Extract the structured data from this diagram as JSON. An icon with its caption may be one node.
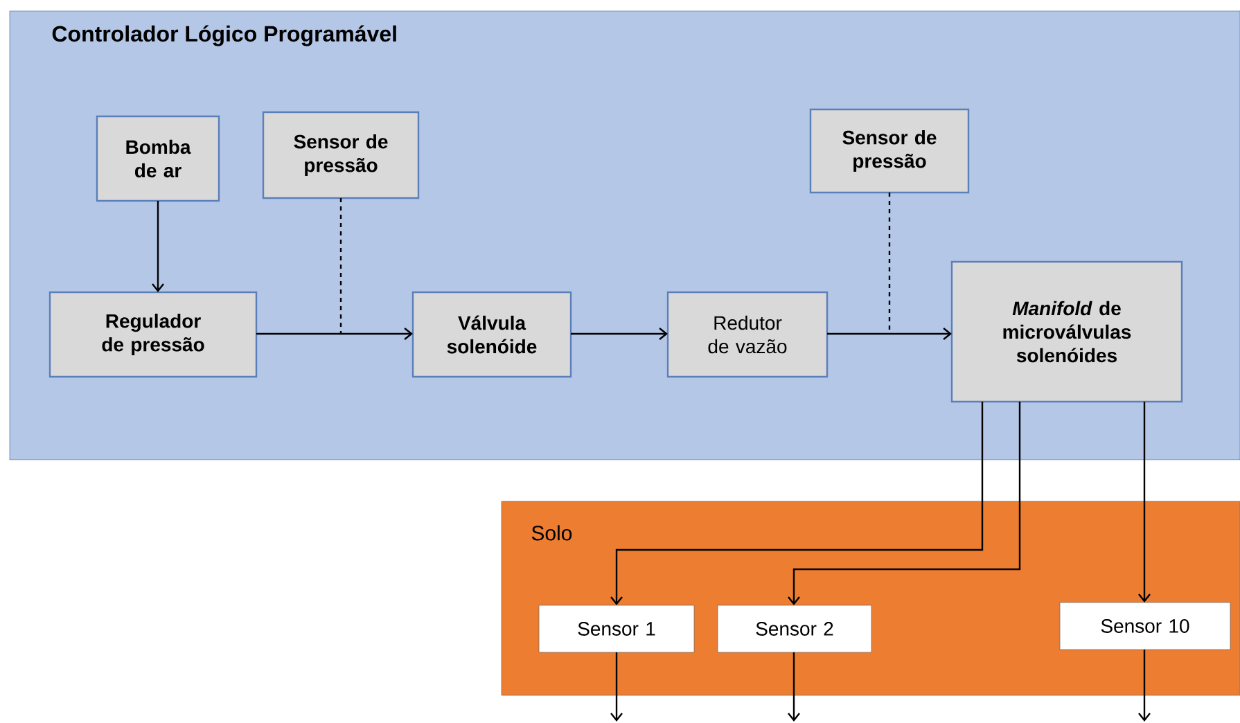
{
  "diagram": {
    "nodes": [
      {
        "text": [
          "Controlador Lógico Programável"
        ]
      },
      {
        "text": [
          "Bomba de ar"
        ],
        "in": 0
      },
      {
        "text": [
          "Sensor de pressão"
        ],
        "in": 0
      },
      {
        "text": [
          "Regulador de pressão"
        ],
        "in": 0
      },
      {
        "text": [
          "Válvula solenóide"
        ],
        "in": 0
      },
      {
        "text": [
          "Redutor de vazão"
        ],
        "in": 0
      },
      {
        "text": [
          "Sensor de pressão"
        ],
        "in": 0
      },
      {
        "text": [
          "*Manifold* de microválvulas solenóides"
        ],
        "in": 0
      },
      {
        "text": [
          "Solo"
        ]
      },
      {
        "text": [
          "Sensor 1"
        ],
        "in": 8
      },
      {
        "text": [
          "Sensor 2"
        ],
        "in": 8
      },
      {
        "text": [
          "Sensor 10"
        ],
        "in": 8
      }
    ],
    "edges": [
      {
        "from": 1,
        "to": 3,
        "arrow": "to"
      },
      {
        "from": 3,
        "to": 4,
        "arrow": "to"
      },
      {
        "from": 2,
        "to": null,
        "arrow": "none",
        "style": "dashed"
      },
      {
        "from": 4,
        "to": 5,
        "arrow": "to"
      },
      {
        "from": 5,
        "to": 7,
        "arrow": "to"
      },
      {
        "from": 6,
        "to": null,
        "arrow": "none",
        "style": "dashed"
      },
      {
        "from": 7,
        "to": 9,
        "arrow": "to"
      },
      {
        "from": 7,
        "to": 10,
        "arrow": "to"
      },
      {
        "from": 7,
        "to": 11,
        "arrow": "to"
      },
      {
        "from": 9,
        "to": null,
        "arrow": "to"
      },
      {
        "from": 10,
        "to": null,
        "arrow": "to"
      },
      {
        "from": 11,
        "to": null,
        "arrow": "to"
      }
    ]
  }
}
